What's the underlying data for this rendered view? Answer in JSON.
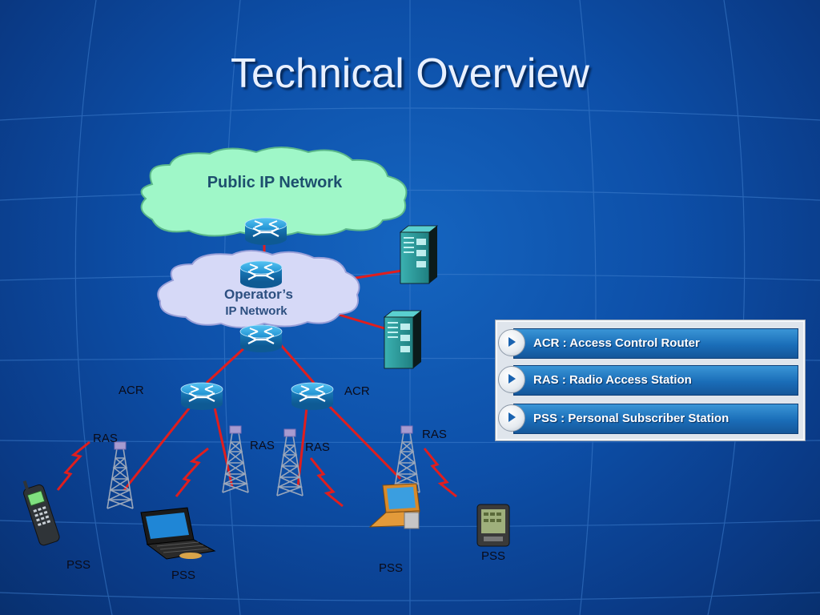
{
  "title": "Technical Overview",
  "diagram": {
    "public_network_label": "Public IP Network",
    "operator_network_label_line1": "Operator’s",
    "operator_network_label_line2": "IP Network",
    "acr_left_label": "ACR",
    "acr_right_label": "ACR",
    "ras_labels": [
      "RAS",
      "RAS",
      "RAS",
      "RAS"
    ],
    "pss_labels": [
      "PSS",
      "PSS",
      "PSS",
      "PSS"
    ],
    "colors": {
      "public_cloud": "#9ff7c8",
      "operator_cloud": "#d6d9f7",
      "link_red": "#e01e1e",
      "router": "#1d8fd0",
      "server": "#2a9a9a"
    }
  },
  "legend": {
    "items": [
      {
        "label": "ACR : Access Control Router"
      },
      {
        "label": "RAS : Radio Access Station"
      },
      {
        "label": "PSS : Personal Subscriber Station"
      }
    ]
  }
}
